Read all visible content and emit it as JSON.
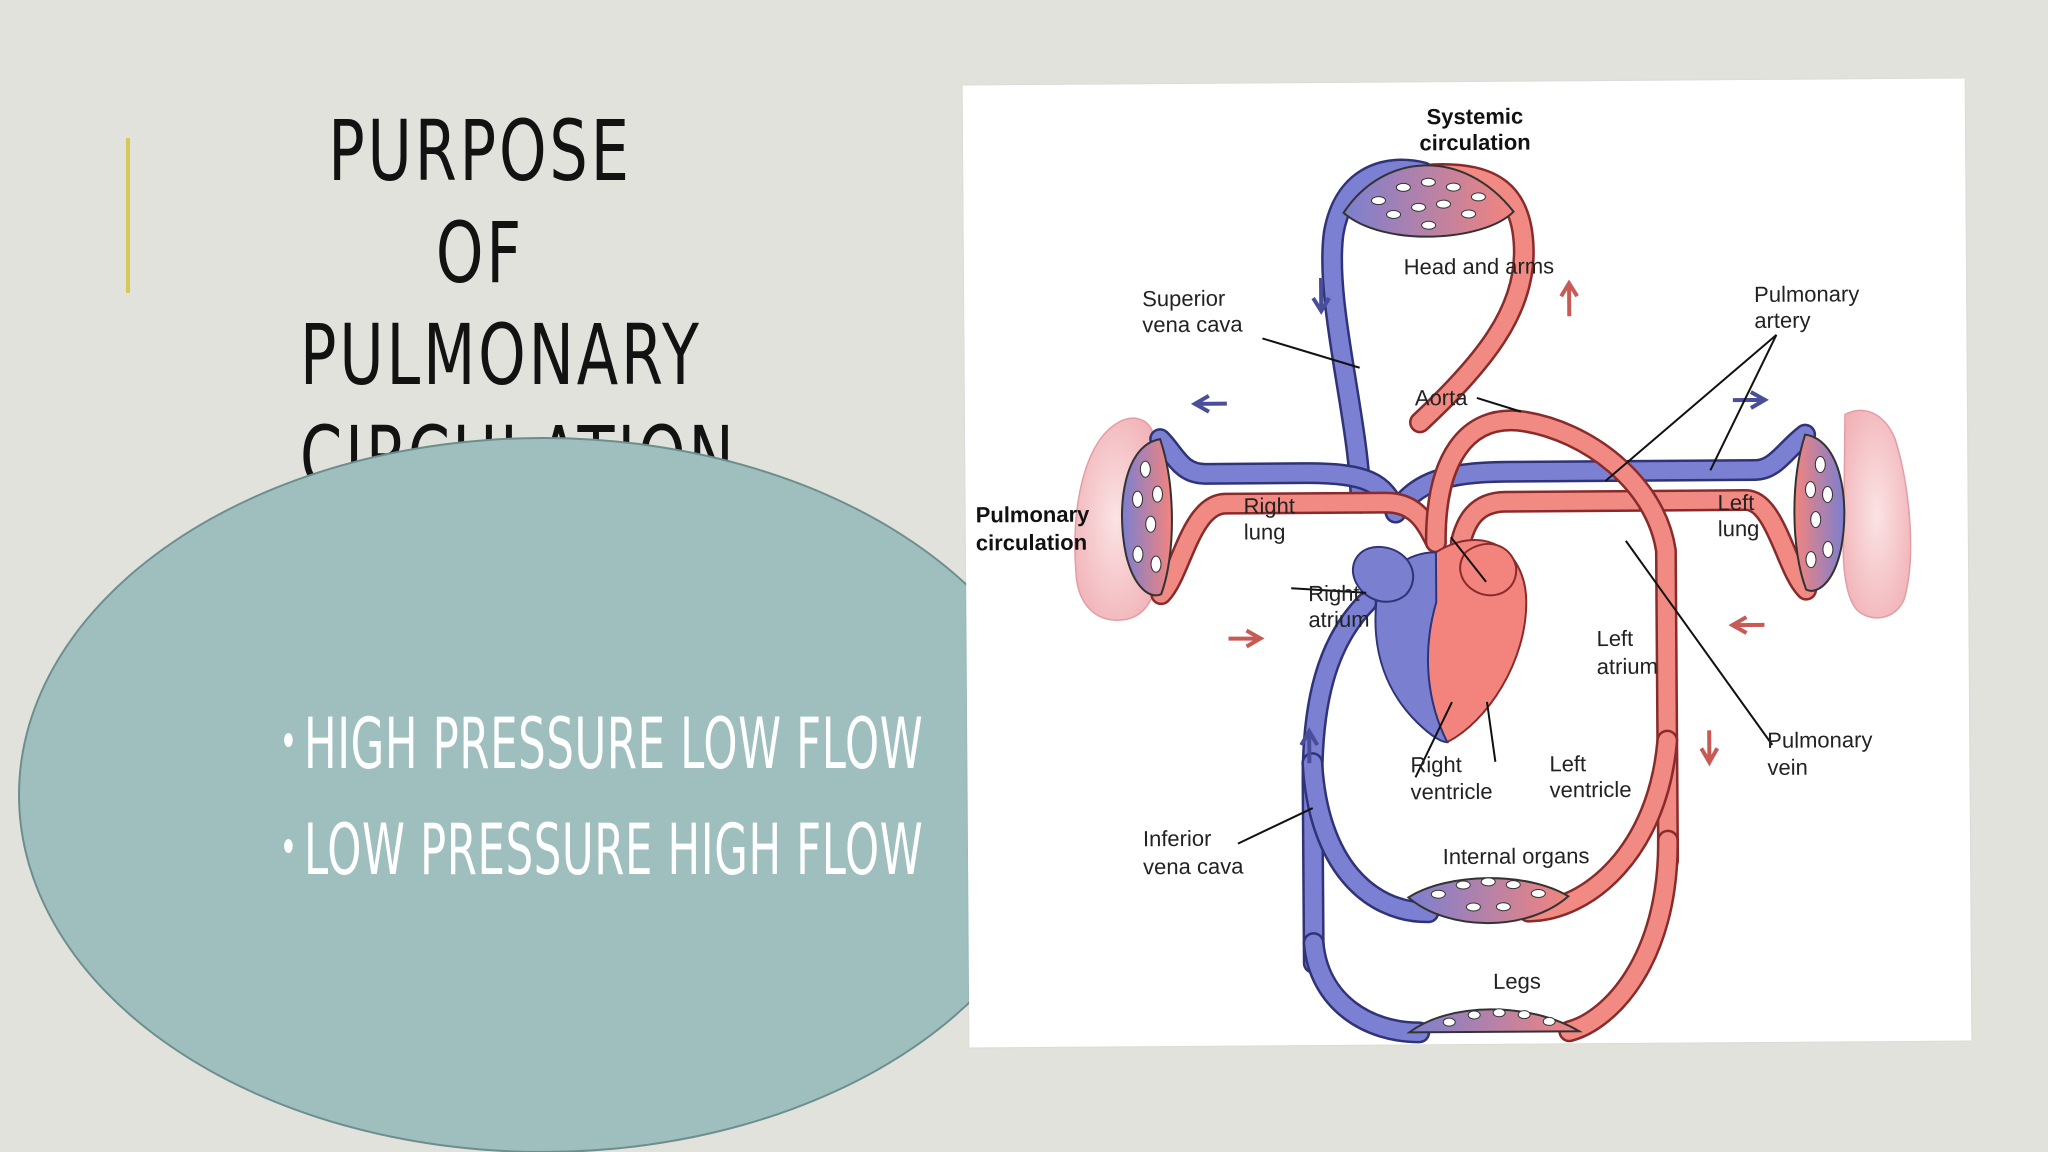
{
  "slide": {
    "title_lines": [
      "PURPOSE OF",
      "PULMONARY",
      "CIRCULATION"
    ],
    "bullets": [
      "HIGH PRESSURE LOW FLOW",
      "LOW PRESSURE HIGH FLOW"
    ],
    "bullet_glyph": "•"
  },
  "colors": {
    "background": "#e2e2dd",
    "accent_bar": "#d8c85a",
    "ellipse_fill": "#9fbfbf",
    "ellipse_border": "#6d8e8c",
    "vein_blue": "#7b7fd0",
    "artery_red": "#f3847d"
  },
  "diagram": {
    "labels": {
      "systemic_1": "Systemic",
      "systemic_2": "circulation",
      "head_arms": "Head and arms",
      "superior_1": "Superior",
      "superior_2": "vena cava",
      "pulm_artery_1": "Pulmonary",
      "pulm_artery_2": "artery",
      "aorta": "Aorta",
      "pulmonary_circ_1": "Pulmonary",
      "pulmonary_circ_2": "circulation",
      "right_lung_1": "Right",
      "right_lung_2": "lung",
      "left_lung_1": "Left",
      "left_lung_2": "lung",
      "right_atrium_1": "Right",
      "right_atrium_2": "atrium",
      "left_atrium_1": "Left",
      "left_atrium_2": "atrium",
      "pulm_vein_1": "Pulmonary",
      "pulm_vein_2": "vein",
      "right_ventricle_1": "Right",
      "right_ventricle_2": "ventricle",
      "left_ventricle_1": "Left",
      "left_ventricle_2": "ventricle",
      "inferior_1": "Inferior",
      "inferior_2": "vena cava",
      "internal_organs": "Internal organs",
      "legs": "Legs"
    }
  }
}
